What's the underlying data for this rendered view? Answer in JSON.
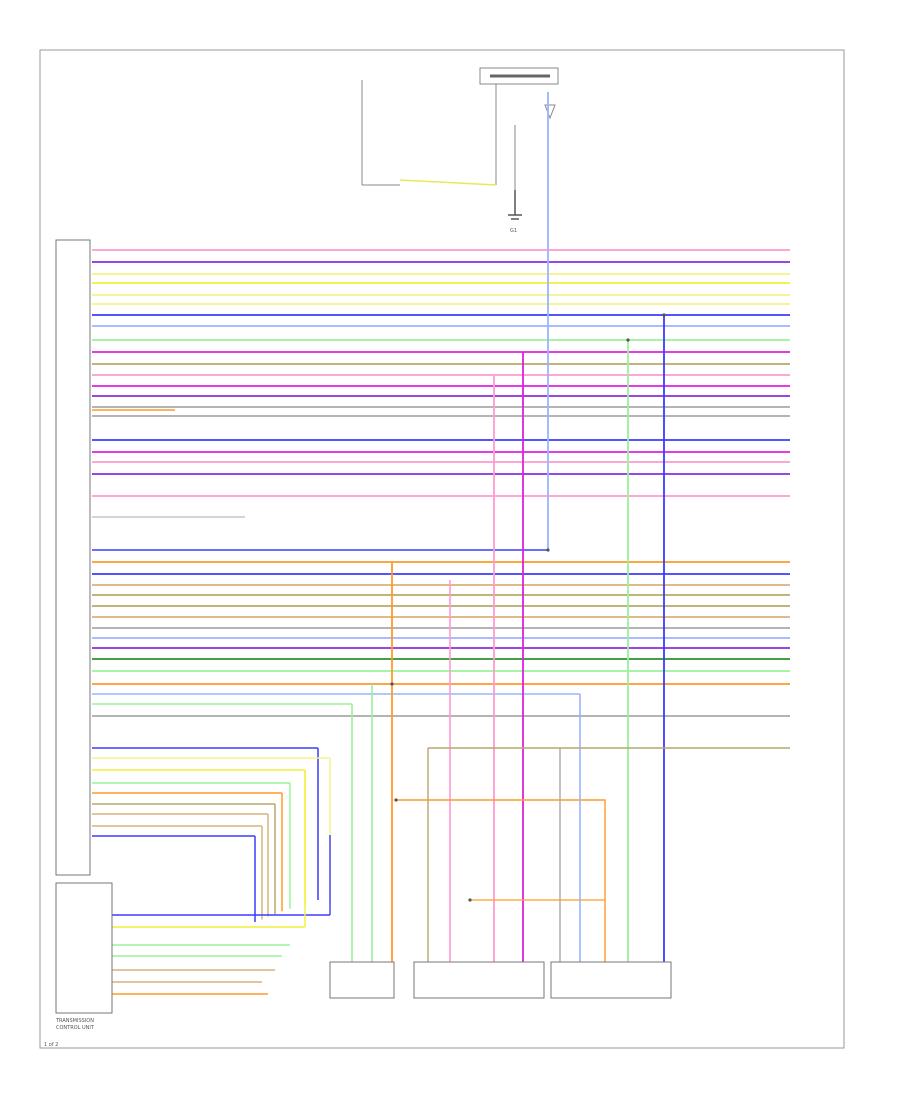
{
  "diagram": {
    "footer_code": "1 of 2",
    "modules": {
      "main_controller": {
        "label": ""
      },
      "lower_unit": {
        "label_line1": "TRANSMISSION",
        "label_line2": "CONTROL UNIT"
      },
      "sensor_a": {
        "label": ""
      },
      "sensor_b": {
        "label": ""
      },
      "sensor_c": {
        "label": ""
      }
    },
    "ground_label": "G1",
    "colors": {
      "pink": "#ff9ad0",
      "magenta": "#e020e0",
      "purple": "#8a2be2",
      "yellow": "#f2ef3a",
      "lightyellow": "#f6f38a",
      "green": "#62e35a",
      "lightgreen": "#9af29a",
      "blue": "#3b3bff",
      "orange": "#ff9a2a",
      "olive": "#b6a96a",
      "tan": "#d8b27a",
      "gray": "#a9a9a9",
      "darkgreen": "#2f8f2f",
      "lightblue": "#9bb3ff"
    }
  }
}
